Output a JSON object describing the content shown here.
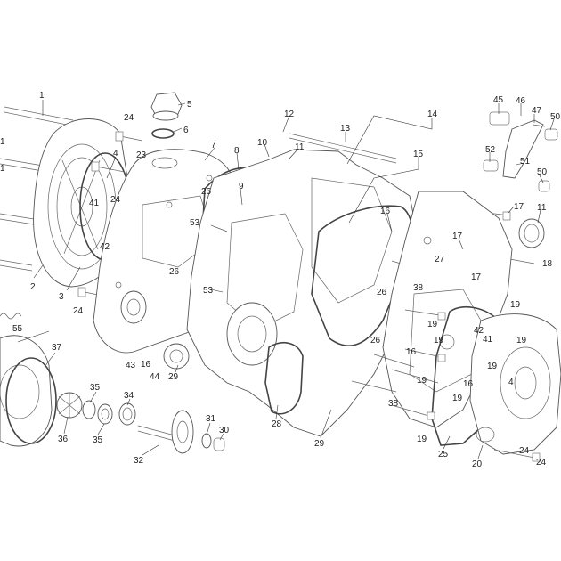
{
  "callouts": [
    {
      "label": "1"
    },
    {
      "label": "1"
    },
    {
      "label": "2"
    },
    {
      "label": "3"
    },
    {
      "label": "4"
    },
    {
      "label": "5"
    },
    {
      "label": "6"
    },
    {
      "label": "7"
    },
    {
      "label": "8"
    },
    {
      "label": "9"
    },
    {
      "label": "10"
    },
    {
      "label": "11"
    },
    {
      "label": "12"
    },
    {
      "label": "13"
    },
    {
      "label": "14"
    },
    {
      "label": "15"
    },
    {
      "label": "16"
    },
    {
      "label": "16"
    },
    {
      "label": "16"
    },
    {
      "label": "16"
    },
    {
      "label": "17"
    },
    {
      "label": "17"
    },
    {
      "label": "17"
    },
    {
      "label": "18"
    },
    {
      "label": "19"
    },
    {
      "label": "19"
    },
    {
      "label": "19"
    },
    {
      "label": "19"
    },
    {
      "label": "19"
    },
    {
      "label": "19"
    },
    {
      "label": "19"
    },
    {
      "label": "19"
    },
    {
      "label": "20"
    },
    {
      "label": "23"
    },
    {
      "label": "24"
    },
    {
      "label": "24"
    },
    {
      "label": "24"
    },
    {
      "label": "24"
    },
    {
      "label": "24"
    },
    {
      "label": "25"
    },
    {
      "label": "26"
    },
    {
      "label": "26"
    },
    {
      "label": "26"
    },
    {
      "label": "26"
    },
    {
      "label": "27"
    },
    {
      "label": "28"
    },
    {
      "label": "29"
    },
    {
      "label": "29"
    },
    {
      "label": "30"
    },
    {
      "label": "31"
    },
    {
      "label": "32"
    },
    {
      "label": "34"
    },
    {
      "label": "35"
    },
    {
      "label": "35"
    },
    {
      "label": "36"
    },
    {
      "label": "37"
    },
    {
      "label": "38"
    },
    {
      "label": "38"
    },
    {
      "label": "41"
    },
    {
      "label": "41"
    },
    {
      "label": "42"
    },
    {
      "label": "42"
    },
    {
      "label": "43"
    },
    {
      "label": "44"
    },
    {
      "label": "45"
    },
    {
      "label": "46"
    },
    {
      "label": "47"
    },
    {
      "label": "50"
    },
    {
      "label": "50"
    },
    {
      "label": "51"
    },
    {
      "label": "52"
    },
    {
      "label": "53"
    },
    {
      "label": "53"
    },
    {
      "label": "55"
    },
    {
      "label": "4"
    },
    {
      "label": "11"
    },
    {
      "label": "1"
    }
  ],
  "colors": {
    "line": "#555555",
    "text": "#222222",
    "background": "#ffffff"
  }
}
